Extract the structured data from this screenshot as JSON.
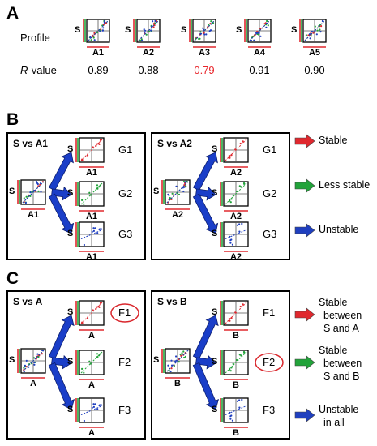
{
  "panel_a": {
    "letter": "A",
    "row_profile_label": "Profile",
    "row_rvalue_label_italic": "R",
    "row_rvalue_label_rest": "-value",
    "y_axis_letter": "S",
    "profiles": [
      {
        "label": "A1",
        "r_value": "0.89",
        "highlight": false
      },
      {
        "label": "A2",
        "r_value": "0.88",
        "highlight": false
      },
      {
        "label": "A3",
        "r_value": "0.79",
        "highlight": true
      },
      {
        "label": "A4",
        "r_value": "0.91",
        "highlight": false
      },
      {
        "label": "A5",
        "r_value": "0.90",
        "highlight": false
      }
    ]
  },
  "panel_b": {
    "letter": "B",
    "box1": {
      "title": "S vs A1",
      "source_x": "A1",
      "groups": [
        {
          "label": "G1",
          "x": "A1",
          "color": "red"
        },
        {
          "label": "G2",
          "x": "A1",
          "color": "green"
        },
        {
          "label": "G3",
          "x": "A1",
          "color": "blue"
        }
      ]
    },
    "box2": {
      "title": "S vs A2",
      "source_x": "A2",
      "groups": [
        {
          "label": "G1",
          "x": "A2",
          "color": "red"
        },
        {
          "label": "G2",
          "x": "A2",
          "color": "green"
        },
        {
          "label": "G3",
          "x": "A2",
          "color": "blue"
        }
      ]
    },
    "legend": [
      {
        "text": "Stable",
        "color": "red"
      },
      {
        "text": "Less stable",
        "color": "green"
      },
      {
        "text": "Unstable",
        "color": "blue"
      }
    ]
  },
  "panel_c": {
    "letter": "C",
    "box1": {
      "title": "S vs A",
      "source_x": "A",
      "groups": [
        {
          "label": "F1",
          "x": "A",
          "color": "red",
          "circled": true
        },
        {
          "label": "F2",
          "x": "A",
          "color": "green",
          "circled": false
        },
        {
          "label": "F3",
          "x": "A",
          "color": "blue",
          "circled": false
        }
      ]
    },
    "box2": {
      "title": "S vs B",
      "source_x": "B",
      "groups": [
        {
          "label": "F1",
          "x": "B",
          "color": "red",
          "circled": false
        },
        {
          "label": "F2",
          "x": "B",
          "color": "green",
          "circled": true
        },
        {
          "label": "F3",
          "x": "B",
          "color": "blue",
          "circled": false
        }
      ]
    },
    "legend": [
      {
        "lines": [
          "Stable",
          "between",
          "S and A"
        ],
        "color": "red"
      },
      {
        "lines": [
          "Stable",
          "between",
          "S and B"
        ],
        "color": "green"
      },
      {
        "lines": [
          "Unstable",
          "in all"
        ],
        "color": "blue"
      }
    ]
  },
  "colors": {
    "red": "#e0282e",
    "green": "#22a33a",
    "blue": "#1f3fbf",
    "arrow_blue": "#1a3ec8",
    "highlight_text": "#e8262c",
    "circle": "#d9262c"
  }
}
